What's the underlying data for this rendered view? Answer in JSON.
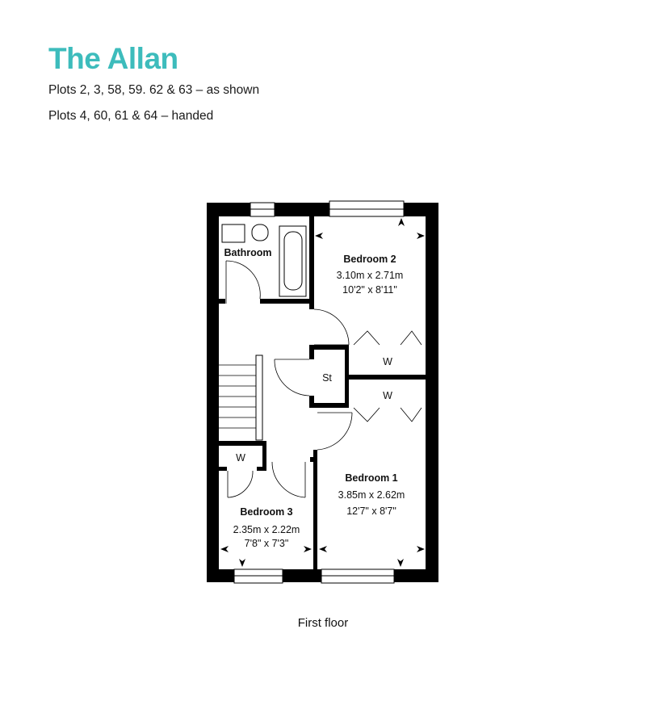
{
  "header": {
    "title": "The Allan",
    "plots_as_shown": "Plots 2, 3, 58, 59. 62 & 63 – as shown",
    "plots_handed": "Plots 4, 60, 61 & 64 – handed"
  },
  "rooms": {
    "bathroom": {
      "name": "Bathroom"
    },
    "bedroom2": {
      "name": "Bedroom 2",
      "metric": "3.10m x 2.71m",
      "imperial": "10'2\" x 8'11\""
    },
    "bedroom1": {
      "name": "Bedroom 1",
      "metric": "3.85m x 2.62m",
      "imperial": "12'7\" x 8'7\""
    },
    "bedroom3": {
      "name": "Bedroom 3",
      "metric": "2.35m x 2.22m",
      "imperial": "7'8\" x 7'3\""
    },
    "store": {
      "name": "St"
    },
    "wardrobe_upper": {
      "name": "W"
    },
    "wardrobe_lower": {
      "name": "W"
    },
    "wardrobe_bed3": {
      "name": "W"
    }
  },
  "caption": "First floor",
  "colors": {
    "accent": "#3dbcbc",
    "wall": "#000000"
  }
}
